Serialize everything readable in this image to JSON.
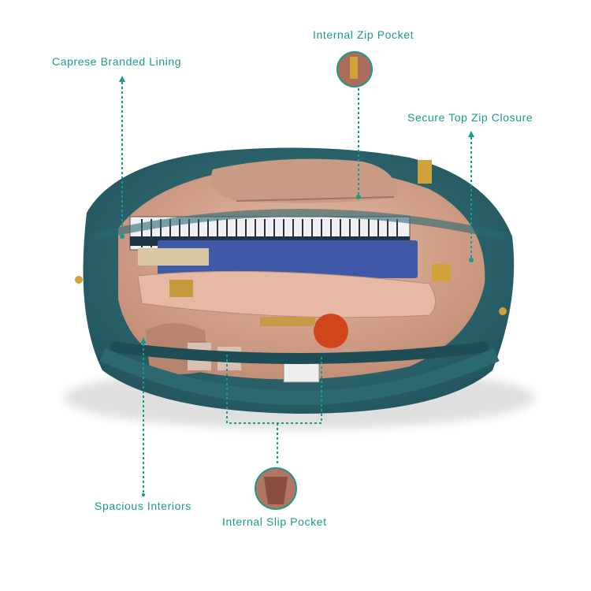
{
  "accent": "#1a9a8c",
  "callouts": {
    "lining": "Caprese Branded Lining",
    "zip_pocket": "Internal Zip Pocket",
    "top_zip": "Secure Top Zip Closure",
    "interiors": "Spacious Interiors",
    "slip_pocket": "Internal Slip Pocket"
  },
  "product_image": {
    "subject": "teal handbag, open, top view, with notebooks, cosmetics and slip pockets inside",
    "bag_color": "#2e6b74",
    "lining_color": "#d9ab94"
  }
}
